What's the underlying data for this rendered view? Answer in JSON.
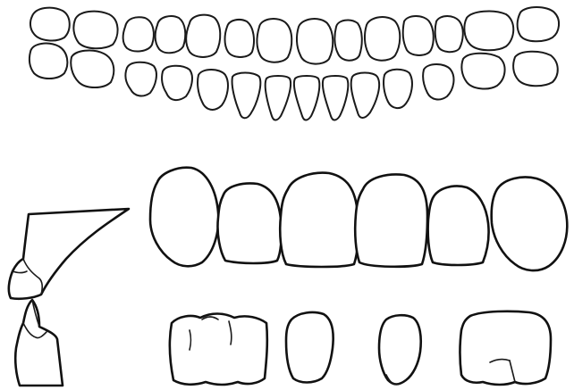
{
  "figure": {
    "line_color": "#1a1a1a",
    "background": "#ffffff"
  },
  "groups": [
    "upper-arch-occlusal-outline",
    "lower-arch-occlusal-outline",
    "anterior-teeth-labial-view",
    "incisor-profile-views",
    "posterior-teeth-crown-views"
  ]
}
